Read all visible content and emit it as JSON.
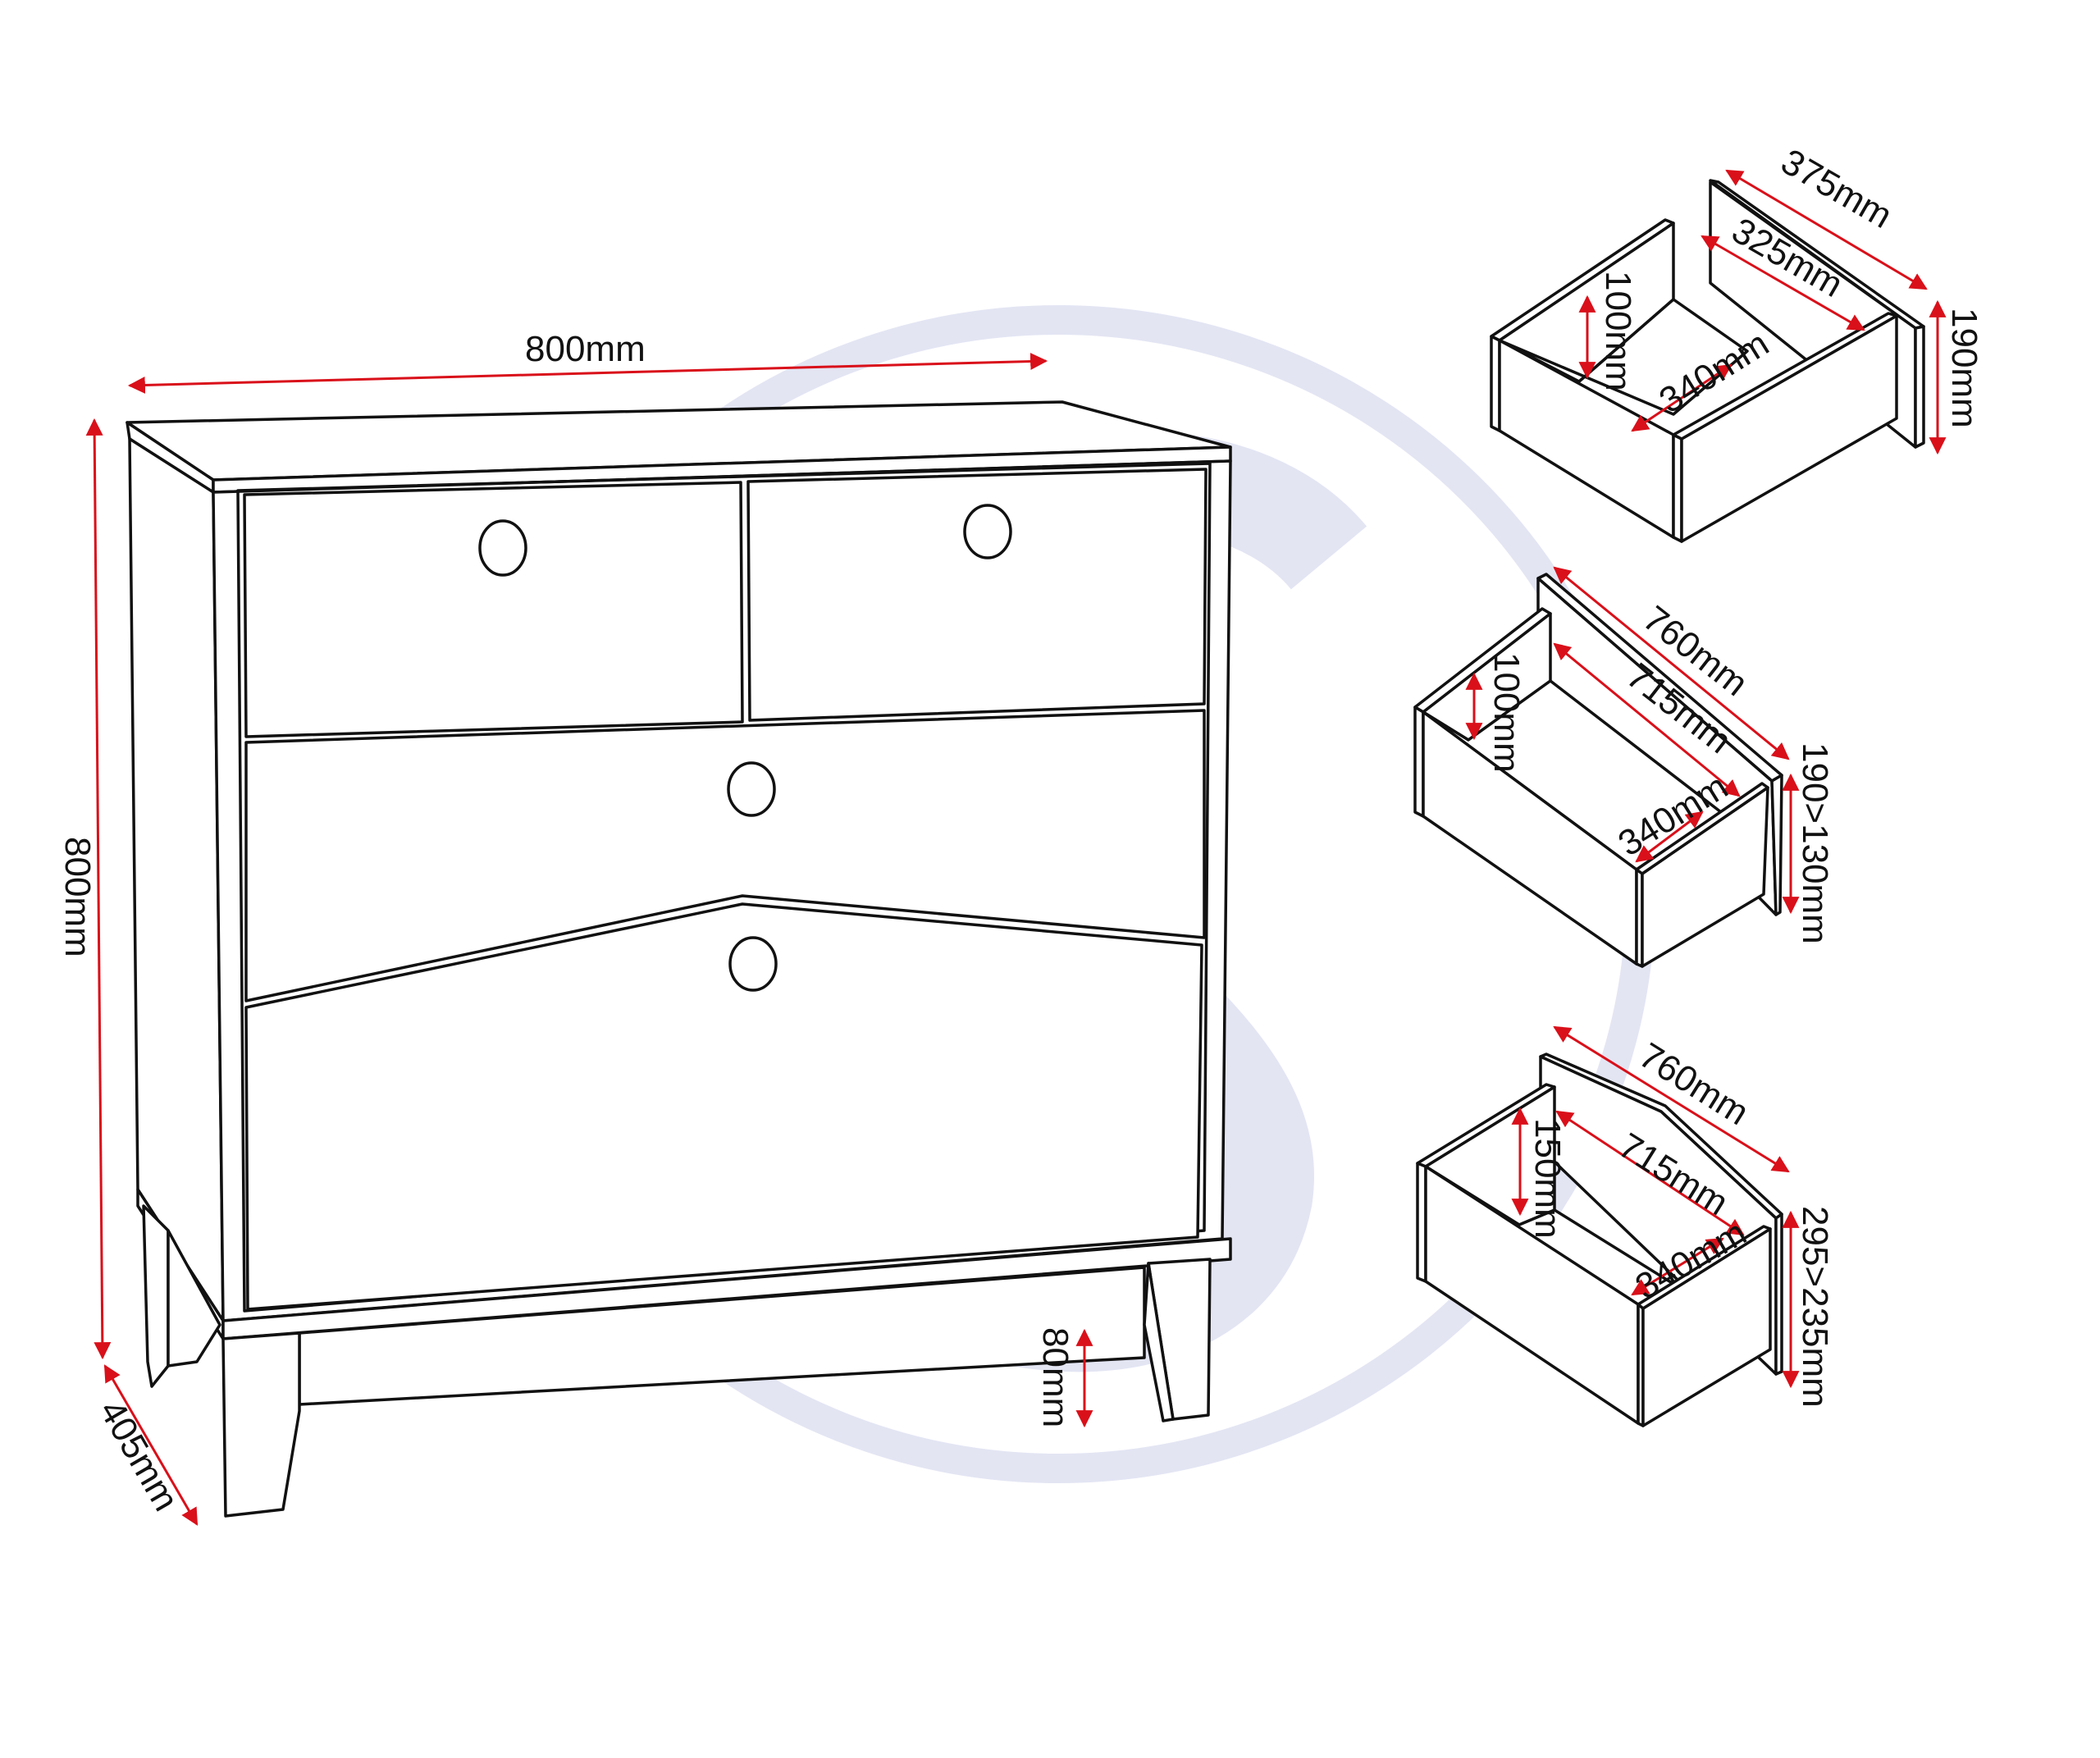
{
  "colors": {
    "line": "#111111",
    "dimension": "#d9101a",
    "watermark": "#e3e5f3",
    "background": "#ffffff"
  },
  "watermark": {
    "letter": "S",
    "shape": "circled-letter-logo"
  },
  "main_unit": {
    "name": "chest-of-drawers",
    "drawers": {
      "top_row_count": 2,
      "middle_count": 1,
      "bottom_count": 1
    },
    "dimensions": {
      "width": "800mm",
      "height": "800mm",
      "depth": "405mm",
      "leg_clearance": "80mm"
    }
  },
  "drawer_details": [
    {
      "name": "small-top-drawer",
      "dimensions": {
        "outer_depth": "375mm",
        "inner_depth": "325mm",
        "inner_height": "100mm",
        "inner_width": "340mm",
        "front_height": "190mm"
      }
    },
    {
      "name": "middle-drawer",
      "dimensions": {
        "outer_width": "760mm",
        "inner_width": "715mm",
        "inner_height": "100mm",
        "inner_depth": "340mm",
        "front_height": "190>130mm"
      }
    },
    {
      "name": "bottom-drawer",
      "dimensions": {
        "outer_width": "760mm",
        "inner_width": "715mm",
        "inner_height": "150mm",
        "inner_depth": "340mm",
        "front_height": "295>235mm"
      }
    }
  ]
}
